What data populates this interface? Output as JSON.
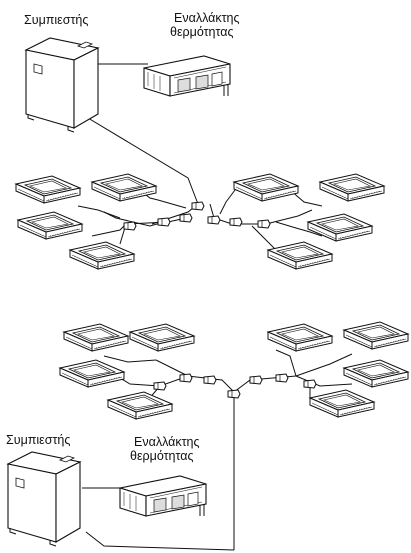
{
  "top_system": {
    "compressor_label": "Συμπιεστής",
    "exchanger_label_line1": "Εναλλάκτης",
    "exchanger_label_line2": "θερμότητας"
  },
  "bottom_system": {
    "compressor_label": "Συμπιεστής",
    "exchanger_label_line1": "Εναλλάκτης",
    "exchanger_label_line2": "θερμότητας"
  },
  "colors": {
    "line": "#111111",
    "fill": "#ffffff",
    "panel": "#e8e8e8"
  }
}
